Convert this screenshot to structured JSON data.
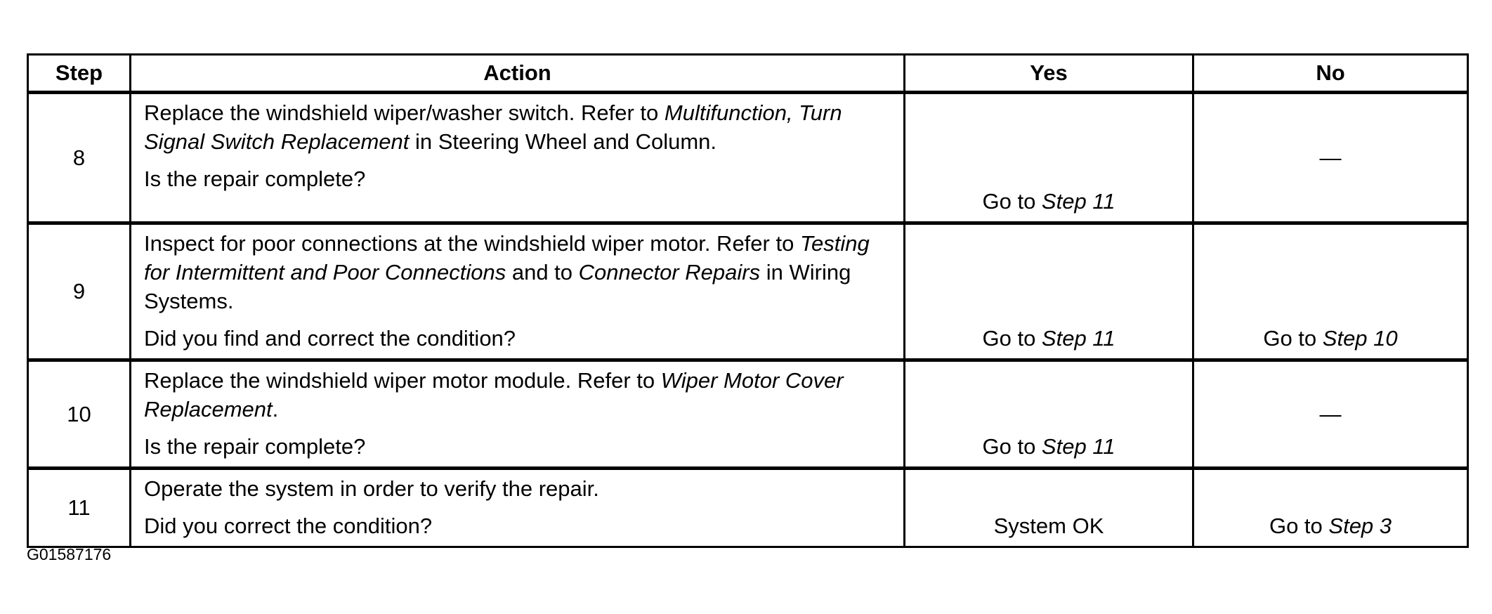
{
  "table": {
    "headers": {
      "step": "Step",
      "action": "Action",
      "yes": "Yes",
      "no": "No"
    },
    "rows": [
      {
        "step": "8",
        "action": [
          {
            "t": "Replace the windshield wiper/washer switch. Refer to "
          },
          {
            "t": "Multifunction, Turn Signal Switch Replacement",
            "i": true
          },
          {
            "t": " in Steering Wheel and Column."
          }
        ],
        "question": "Is the repair complete?",
        "yes": [
          {
            "t": "Go to "
          },
          {
            "t": "Step 11",
            "i": true
          }
        ],
        "no": [
          {
            "t": "—"
          }
        ]
      },
      {
        "step": "9",
        "action": [
          {
            "t": "Inspect for poor connections at the windshield wiper motor. Refer to "
          },
          {
            "t": "Testing for Intermittent and Poor Connections",
            "i": true
          },
          {
            "t": " and to "
          },
          {
            "t": "Connector Repairs",
            "i": true
          },
          {
            "t": " in Wiring Systems."
          }
        ],
        "question": "Did you find and correct the condition?",
        "yes": [
          {
            "t": "Go to "
          },
          {
            "t": "Step 11",
            "i": true
          }
        ],
        "no": [
          {
            "t": "Go to "
          },
          {
            "t": "Step 10",
            "i": true
          }
        ]
      },
      {
        "step": "10",
        "action": [
          {
            "t": "Replace the windshield wiper motor module. Refer to "
          },
          {
            "t": "Wiper Motor Cover Replacement",
            "i": true
          },
          {
            "t": "."
          }
        ],
        "question": "Is the repair complete?",
        "yes": [
          {
            "t": "Go to "
          },
          {
            "t": "Step 11",
            "i": true
          }
        ],
        "no": [
          {
            "t": "—"
          }
        ]
      },
      {
        "step": "11",
        "action": [
          {
            "t": "Operate the system in order to verify the repair."
          }
        ],
        "question": "Did you correct the condition?",
        "yes": [
          {
            "t": "System OK"
          }
        ],
        "no": [
          {
            "t": "Go to "
          },
          {
            "t": "Step 3",
            "i": true
          }
        ]
      }
    ]
  },
  "figure_id": "G01587176"
}
